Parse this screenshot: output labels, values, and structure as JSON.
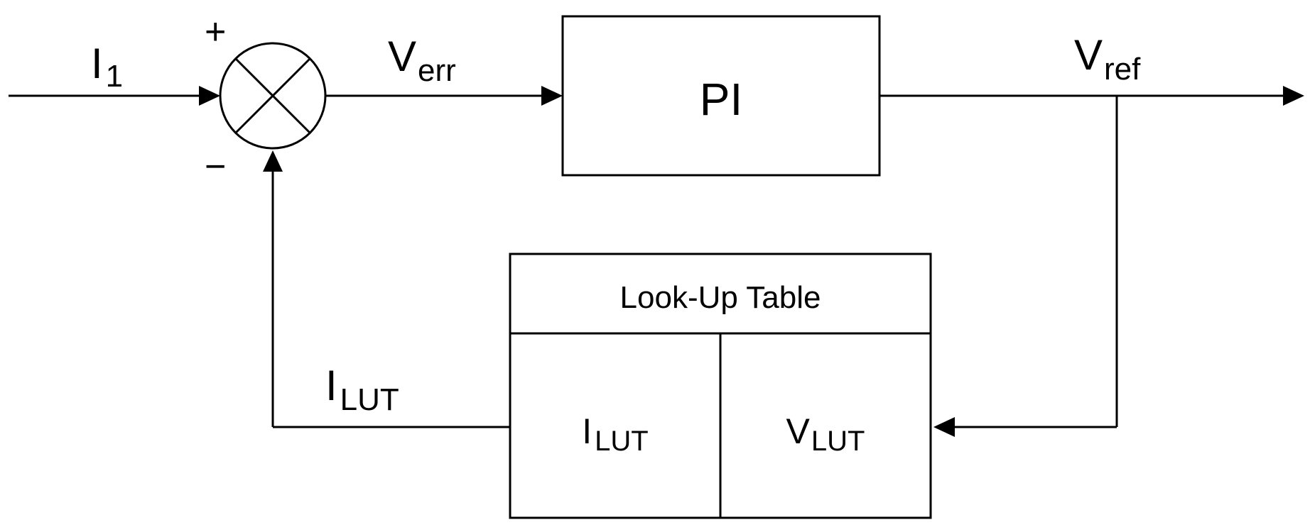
{
  "signals": {
    "input": {
      "main": "I",
      "sub": "1"
    },
    "error": {
      "main": "V",
      "sub": "err"
    },
    "output": {
      "main": "V",
      "sub": "ref"
    },
    "feedback": {
      "main": "I",
      "sub": "LUT"
    }
  },
  "summing_junction": {
    "plus_sign": "+",
    "minus_sign": "−"
  },
  "controller": {
    "label": "PI"
  },
  "lookup_table": {
    "title": "Look-Up Table",
    "left_cell": {
      "main": "I",
      "sub": "LUT"
    },
    "right_cell": {
      "main": "V",
      "sub": "LUT"
    }
  }
}
